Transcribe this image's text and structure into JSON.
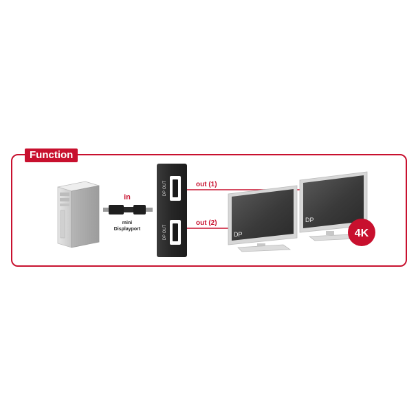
{
  "header": {
    "tab_label": "Function"
  },
  "labels": {
    "input": "in",
    "cable": [
      "mini",
      "Displayport"
    ],
    "port_1": "DP OUT",
    "port_2": "DP OUT",
    "output_1": "out (1)",
    "output_2": "out (2)",
    "monitor_front_badge": "DP",
    "monitor_back_badge": "DP",
    "resolution_badge": "4K"
  },
  "colors": {
    "accent_red": "#c8102e",
    "adapter_body": "#2b2b2b",
    "pc_case": "#d9d9d9",
    "screen": "#3a3a3a"
  }
}
